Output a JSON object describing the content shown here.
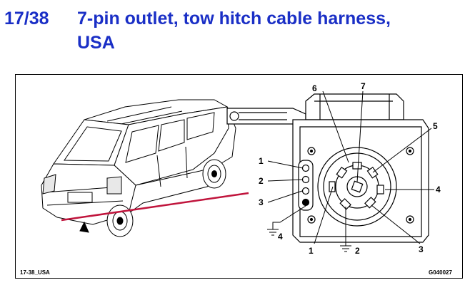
{
  "title": {
    "number": "17/38",
    "line1": "7-pin outlet, tow hitch cable harness,",
    "line2": "USA"
  },
  "figure": {
    "caption_left": "17-38_USA",
    "caption_right": "G040027",
    "pointer_color": "#c0143c",
    "left_connector_labels": [
      "1",
      "2",
      "3",
      "4"
    ],
    "outlet_pin_labels": {
      "pin6": "6",
      "pin7": "7",
      "pin5": "5",
      "pin4": "4",
      "pin1": "1",
      "pin2": "2",
      "pin3": "3"
    }
  }
}
